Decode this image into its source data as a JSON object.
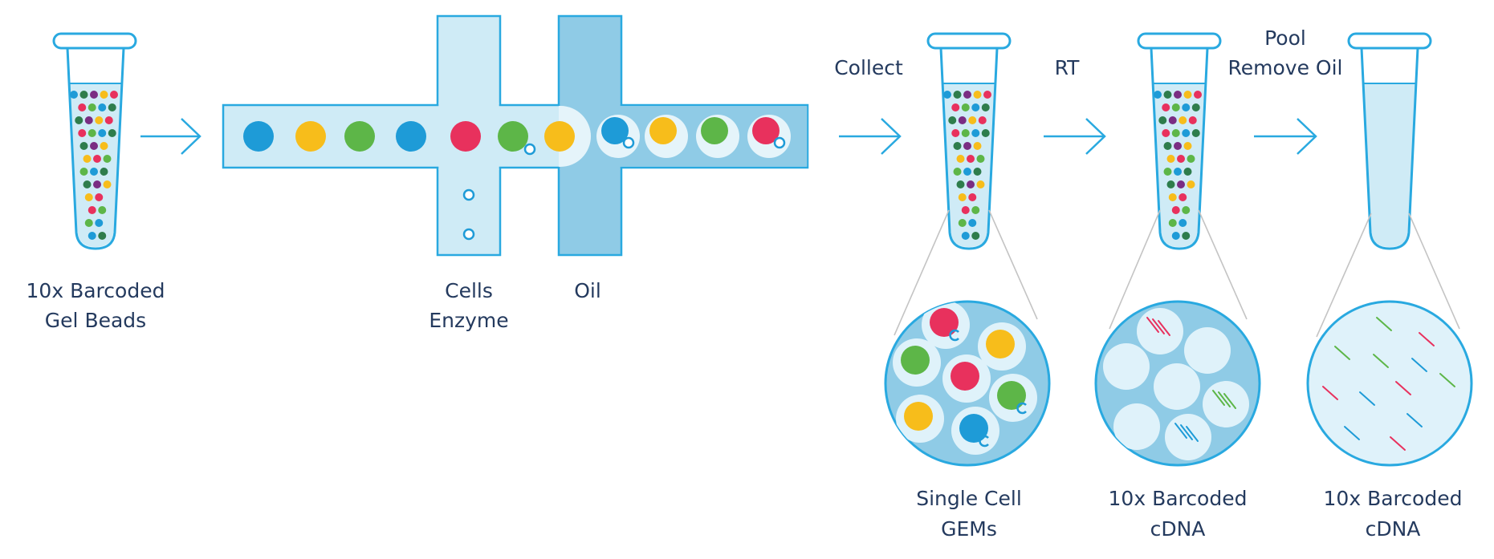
{
  "labels": {
    "gel_beads_line1": "10x Barcoded",
    "gel_beads_line2": "Gel Beads",
    "cells": "Cells",
    "enzyme": "Enzyme",
    "oil": "Oil",
    "collect": "Collect",
    "rt": "RT",
    "pool": "Pool",
    "remove_oil": "Remove Oil",
    "gems_line1": "Single Cell",
    "gems_line2": "GEMs",
    "cdna1_line1": "10x Barcoded",
    "cdna1_line2": "cDNA",
    "cdna2_line1": "10x Barcoded",
    "cdna2_line2": "cDNA"
  },
  "colors": {
    "outline": "#29a9e0",
    "channel_light": "#cfebf6",
    "channel_oil": "#8fcbe6",
    "zoom_fill": "#8fcbe6",
    "bead_blue": "#1e9bd7",
    "bead_yellow": "#f7bd1b",
    "bead_green": "#5db648",
    "bead_red": "#e8315d",
    "bead_purple": "#7a2d83",
    "bead_darkgreen": "#2e7d4c",
    "text": "#243a5e"
  }
}
